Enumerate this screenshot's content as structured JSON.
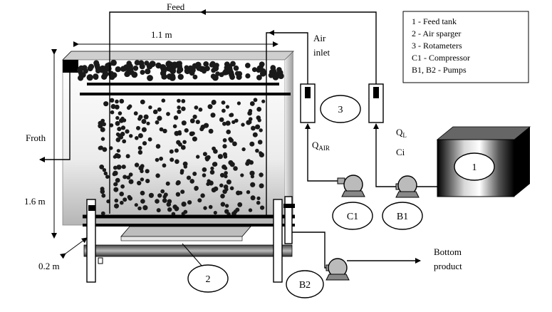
{
  "labels": {
    "feed": "Feed",
    "width": "1.1 m",
    "air_inlet_1": "Air",
    "air_inlet_2": "inlet",
    "froth": "Froth",
    "height": "1.6 m",
    "depth": "0.2 m",
    "q_air_main": "Q",
    "q_air_sub": "AIR",
    "q_l_main": "Q",
    "q_l_sub": "L",
    "ci": "Ci",
    "bottom_1": "Bottom",
    "bottom_2": "product"
  },
  "circles": {
    "feed_tank": "1",
    "sparger": "2",
    "rotameters": "3",
    "compressor": "C1",
    "pump_b1": "B1",
    "pump_b2": "B2"
  },
  "legend": [
    "1 - Feed tank",
    "2 - Air sparger",
    "3 - Rotameters",
    "C1 - Compressor",
    "B1, B2 - Pumps"
  ],
  "colors": {
    "line": "#000000",
    "bubble": "#1a1a1a",
    "tank_dark": "#000000",
    "tank_light": "#f2f2f2"
  }
}
